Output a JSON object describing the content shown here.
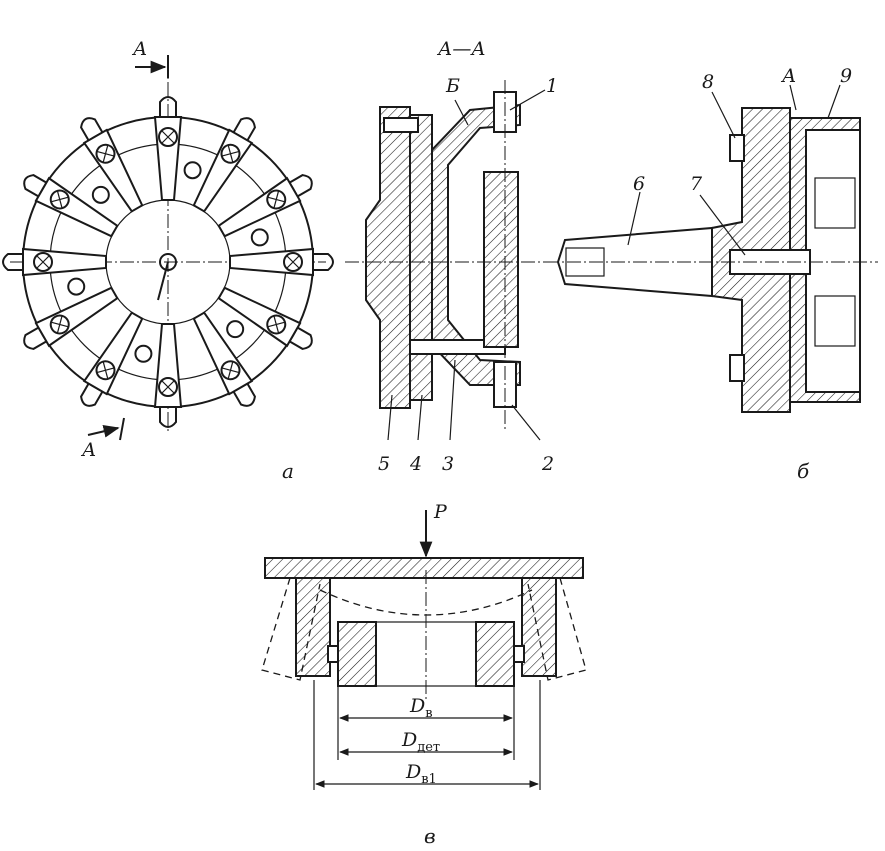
{
  "figure": {
    "panel_a": {
      "caption": "а",
      "section_marks": [
        "А",
        "А"
      ],
      "section_title": "А—А",
      "surface_label": "Б",
      "callouts": [
        "1",
        "2",
        "3",
        "4",
        "5"
      ]
    },
    "panel_b": {
      "caption": "б",
      "surface_label": "А",
      "callouts": [
        "6",
        "7",
        "8",
        "9"
      ]
    },
    "panel_v": {
      "caption": "в",
      "force_label": "P",
      "dimensions": [
        {
          "main": "D",
          "sub": "в"
        },
        {
          "main": "D",
          "sub": "дет"
        },
        {
          "main": "D",
          "sub": "в1"
        }
      ]
    }
  }
}
